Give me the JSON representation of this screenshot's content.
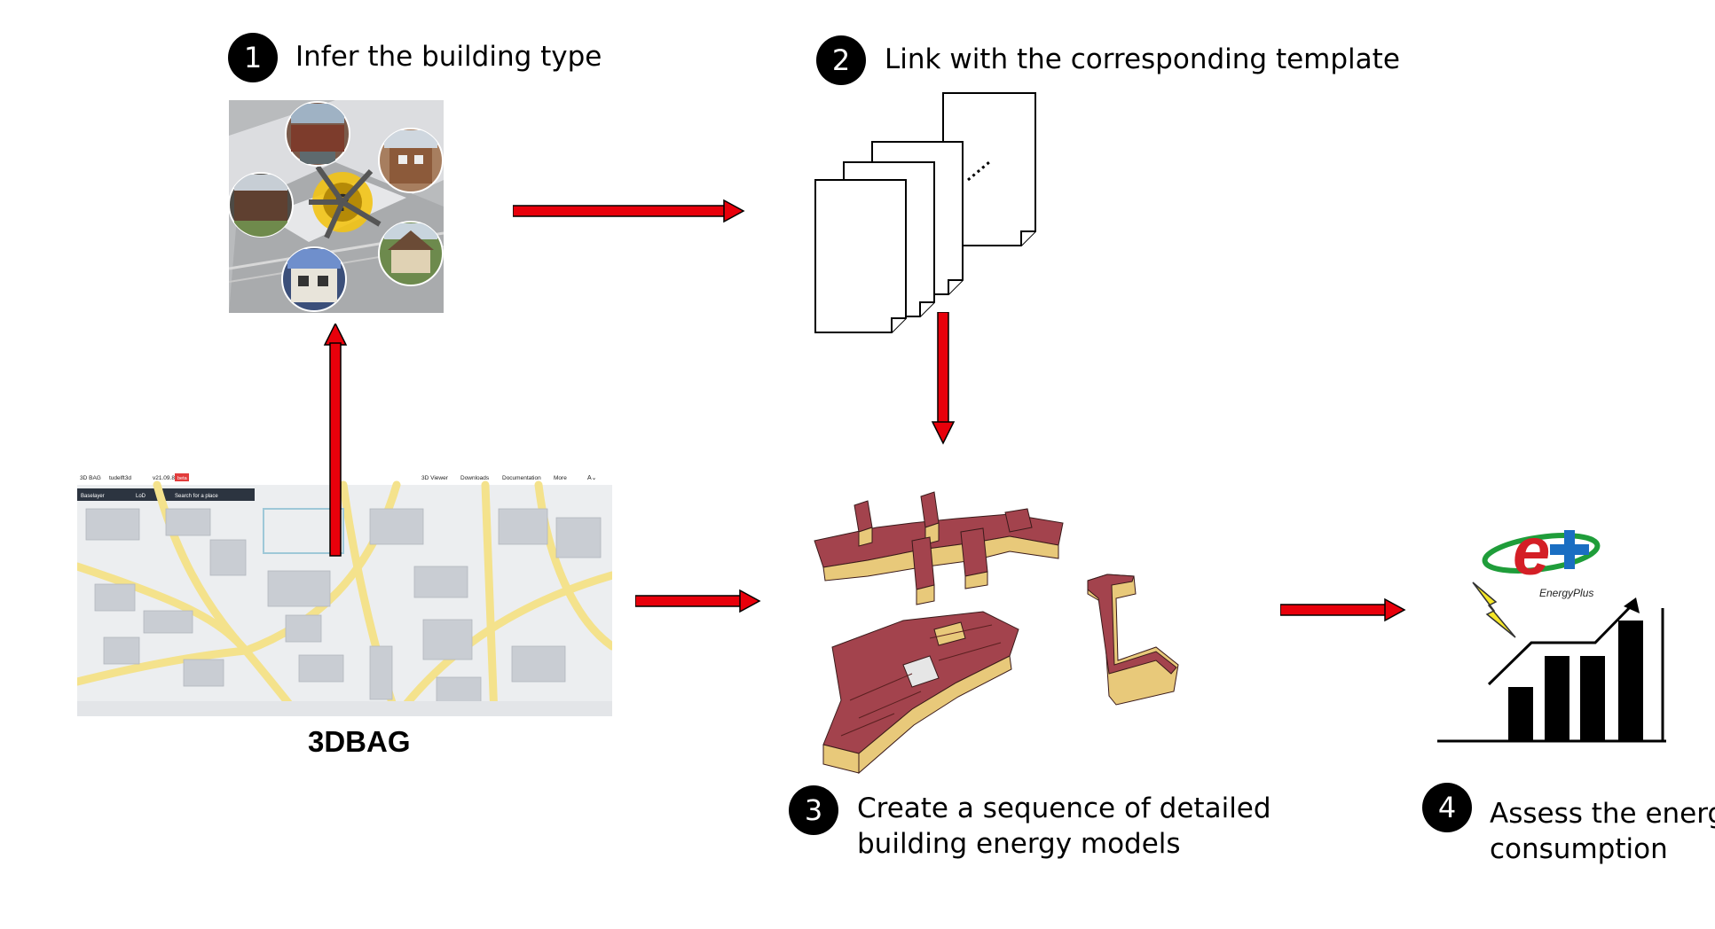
{
  "steps": [
    {
      "number": "1",
      "label_lines": [
        "Infer the building type"
      ]
    },
    {
      "number": "2",
      "label_lines": [
        "Link with the corresponding template"
      ]
    },
    {
      "number": "3",
      "label_lines": [
        "Create a sequence of detailed",
        "building energy models"
      ]
    },
    {
      "number": "4",
      "label_lines": [
        "Assess the energy",
        "consumption"
      ]
    }
  ],
  "dataset": {
    "label": "3DBAG"
  },
  "viewer": {
    "brand": "3D BAG",
    "partner": "tudelft3d",
    "version": "v21.09.8",
    "beta": "beta",
    "nav": [
      "3D Viewer",
      "Downloads",
      "Documentation",
      "More"
    ],
    "baselayer": "Baselayer",
    "lod": "LoD",
    "search_placeholder": "Search for a place"
  },
  "energyplus": {
    "logo_text": "EnergyPlus"
  },
  "colors": {
    "arrow": "#e8000b",
    "badge": "#000000",
    "roof": "#a3434d",
    "wall": "#e8c97a",
    "road": "#f4e28c",
    "map_block": "#cfd3d8",
    "map_bg": "#eceef0"
  }
}
